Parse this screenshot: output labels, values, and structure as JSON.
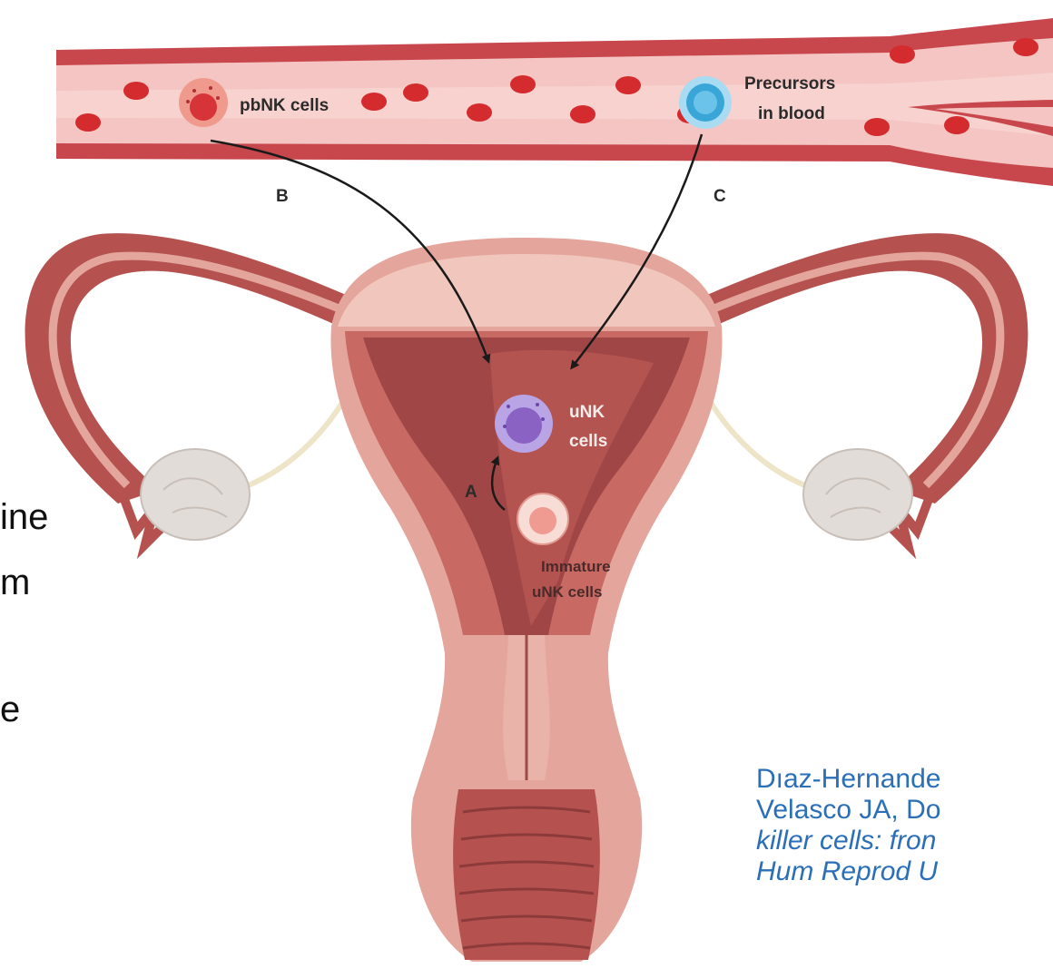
{
  "diagram": {
    "labels": {
      "pbnk": "pbNK cells",
      "precursors_line1": "Precursors",
      "precursors_line2": "in blood",
      "path_b": "B",
      "path_c": "C",
      "path_a": "A",
      "unk_line1": "uNK",
      "unk_line2": "cells",
      "immature_line1": "Immature",
      "immature_line2": "uNK cells"
    }
  },
  "slide_text": {
    "fragment_1": "ine",
    "fragment_2": "m",
    "fragment_3": "e"
  },
  "citation": {
    "line1": "Dıaz-Hernande",
    "line2": "Velasco JA, Do",
    "line3": "killer cells: fron",
    "line4": "Hum Reprod U"
  },
  "colors": {
    "vessel_wall": "#c8474d",
    "vessel_lumen": "#f4c5c2",
    "rbc": "#d42b2f",
    "uterus_outer": "#e4a59c",
    "uterus_wall": "#b5524f",
    "cavity": "#a04646",
    "ovary": "#e2dcd8",
    "unk_cell": "#8a62c4",
    "precursor_cell": "#3aa6d8",
    "citation": "#2a6fb8"
  }
}
